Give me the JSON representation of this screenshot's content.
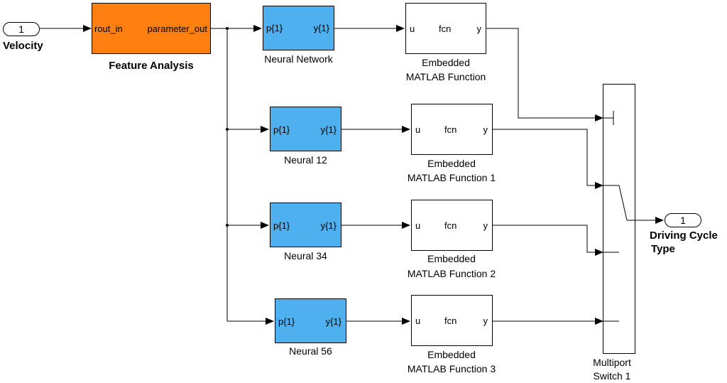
{
  "inport": {
    "number": "1",
    "label": "Velocity"
  },
  "outport": {
    "number": "1",
    "label_line1": "Driving Cycle",
    "label_line2": "Type"
  },
  "feature_analysis": {
    "in_port": "rout_in",
    "out_port": "parameter_out",
    "label": "Feature Analysis"
  },
  "networks": [
    {
      "in_port": "p{1}",
      "out_port": "y{1}",
      "label": "Neural Network"
    },
    {
      "in_port": "p{1}",
      "out_port": "y{1}",
      "label": "Neural  12"
    },
    {
      "in_port": "p{1}",
      "out_port": "y{1}",
      "label": "Neural  34"
    },
    {
      "in_port": "p{1}",
      "out_port": "y{1}",
      "label": "Neural  56"
    }
  ],
  "functions": [
    {
      "in_port": "u",
      "body": "fcn",
      "out_port": "y",
      "line1": "Embedded",
      "line2": "MATLAB Function"
    },
    {
      "in_port": "u",
      "body": "fcn",
      "out_port": "y",
      "line1": "Embedded",
      "line2": "MATLAB Function  1"
    },
    {
      "in_port": "u",
      "body": "fcn",
      "out_port": "y",
      "line1": "Embedded",
      "line2": "MATLAB Function  2"
    },
    {
      "in_port": "u",
      "body": "fcn",
      "out_port": "y",
      "line1": "Embedded",
      "line2": "MATLAB Function  3"
    }
  ],
  "switch": {
    "line1": "Multiport",
    "line2": "Switch 1"
  },
  "colors": {
    "neural_block": "#4fb0ef",
    "feature_block": "#ff7f10",
    "wire": "#000000"
  }
}
